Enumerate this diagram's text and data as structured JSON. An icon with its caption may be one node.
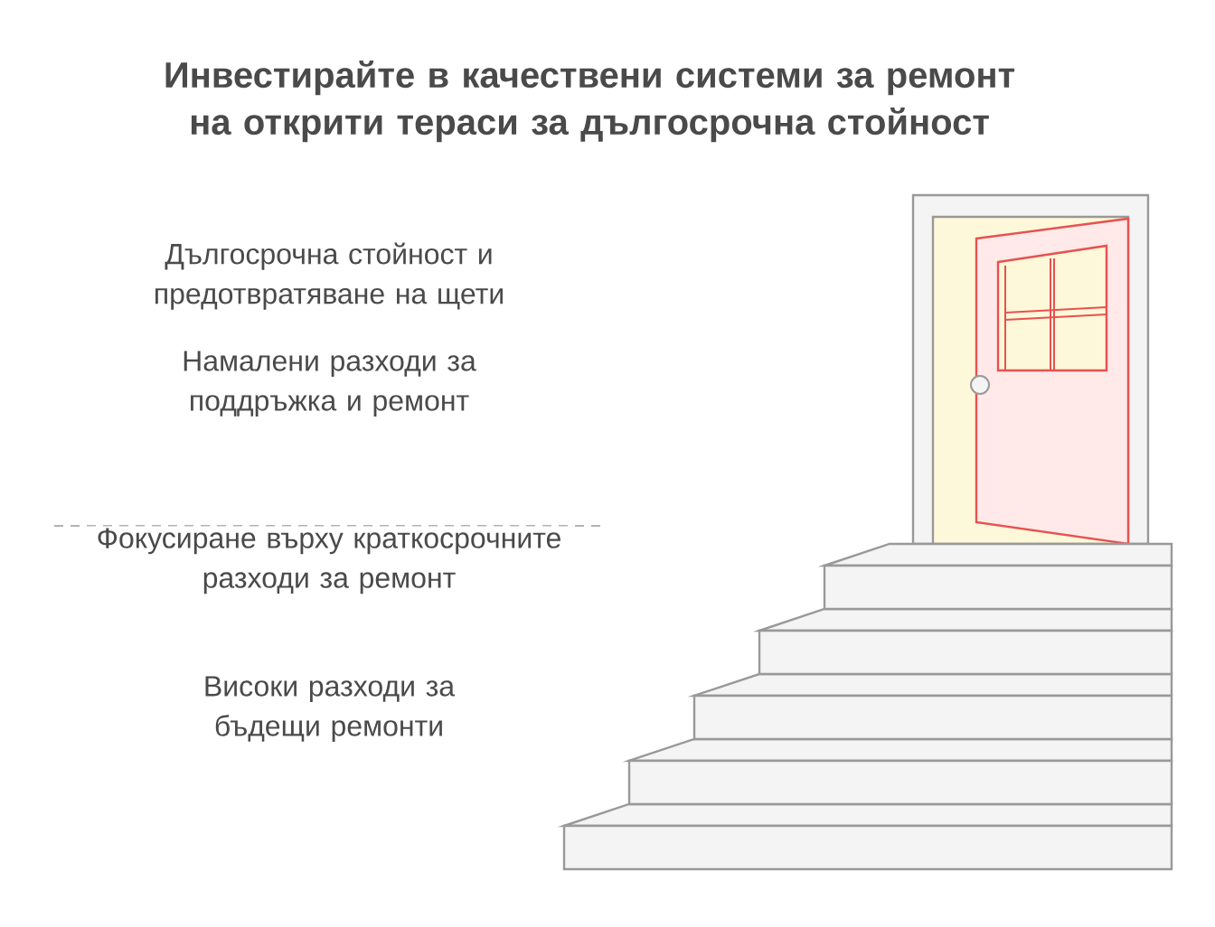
{
  "diagram": {
    "title": "Инвестирайте в качествени системи за ремонт на открити тераси за дългосрочна стойност",
    "labels": [
      "Дългосрочна стойност и предотвратяване на щети",
      "Намалени разходи за поддръжка и ремонт",
      "Фокусиране върху краткосрочните разходи за ремонт",
      "Високи разходи за бъдещи ремонти"
    ]
  }
}
